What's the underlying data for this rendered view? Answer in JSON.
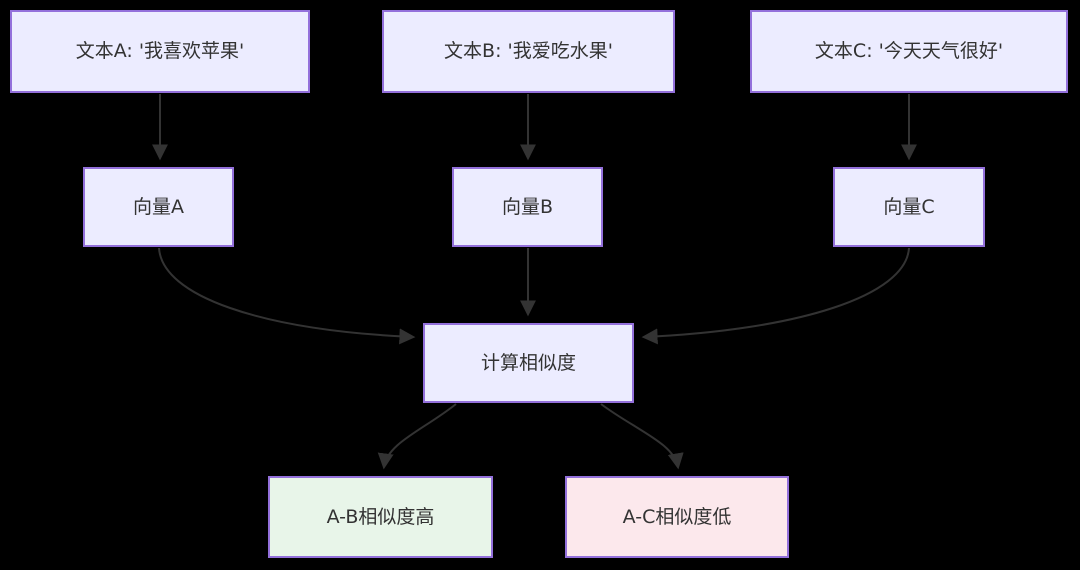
{
  "diagram": {
    "type": "flowchart",
    "direction": "top-down",
    "background_color": "#000000",
    "edge_color": "#333333",
    "text_color": "#333333",
    "node_border_color": "#9370DB",
    "default_node_fill": "#ECECFF",
    "nodes": [
      {
        "id": "textA",
        "label": "文本A: '我喜欢苹果'",
        "fill": "#ECECFF"
      },
      {
        "id": "textB",
        "label": "文本B: '我爱吃水果'",
        "fill": "#ECECFF"
      },
      {
        "id": "textC",
        "label": "文本C: '今天天气很好'",
        "fill": "#ECECFF"
      },
      {
        "id": "vecA",
        "label": "向量A",
        "fill": "#ECECFF"
      },
      {
        "id": "vecB",
        "label": "向量B",
        "fill": "#ECECFF"
      },
      {
        "id": "vecC",
        "label": "向量C",
        "fill": "#ECECFF"
      },
      {
        "id": "calc",
        "label": "计算相似度",
        "fill": "#ECECFF"
      },
      {
        "id": "simAB",
        "label": "A-B相似度高",
        "fill": "#E8F5E9"
      },
      {
        "id": "simAC",
        "label": "A-C相似度低",
        "fill": "#FCE8EC"
      }
    ],
    "edges": [
      {
        "from": "textA",
        "to": "vecA"
      },
      {
        "from": "textB",
        "to": "vecB"
      },
      {
        "from": "textC",
        "to": "vecC"
      },
      {
        "from": "vecA",
        "to": "calc"
      },
      {
        "from": "vecB",
        "to": "calc"
      },
      {
        "from": "vecC",
        "to": "calc"
      },
      {
        "from": "calc",
        "to": "simAB"
      },
      {
        "from": "calc",
        "to": "simAC"
      }
    ]
  }
}
